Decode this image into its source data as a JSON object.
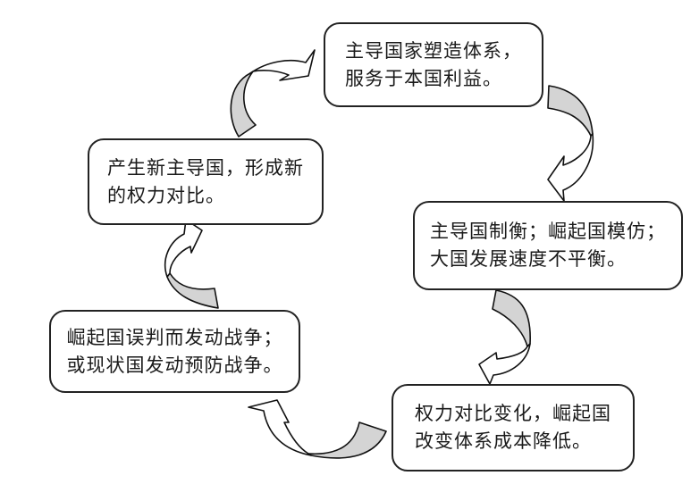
{
  "diagram": {
    "type": "cycle-flow",
    "colors": {
      "box_border": "#222222",
      "arrow_tail": "#d4d4d4",
      "arrow_head": "#ffffff",
      "text": "#1a1a1a"
    },
    "nodes": [
      {
        "id": "shape-system",
        "lines": [
          "主导国家塑造体系，",
          "服务于本国利益。"
        ]
      },
      {
        "id": "balance-imitate",
        "lines": [
          "主导国制衡；崛起国模仿；",
          "大国发展速度不平衡。"
        ]
      },
      {
        "id": "power-shift",
        "lines": [
          "权力对比变化，崛起国",
          "改变体系成本降低。"
        ]
      },
      {
        "id": "war",
        "lines": [
          "崛起国误判而发动战争；",
          "或现状国发动预防战争。"
        ]
      },
      {
        "id": "new-hegemon",
        "lines": [
          "产生新主导国，形成新",
          "的权力对比。"
        ]
      }
    ],
    "edges": [
      {
        "from": "shape-system",
        "to": "balance-imitate"
      },
      {
        "from": "balance-imitate",
        "to": "power-shift"
      },
      {
        "from": "power-shift",
        "to": "war"
      },
      {
        "from": "war",
        "to": "new-hegemon"
      },
      {
        "from": "new-hegemon",
        "to": "shape-system"
      }
    ]
  }
}
